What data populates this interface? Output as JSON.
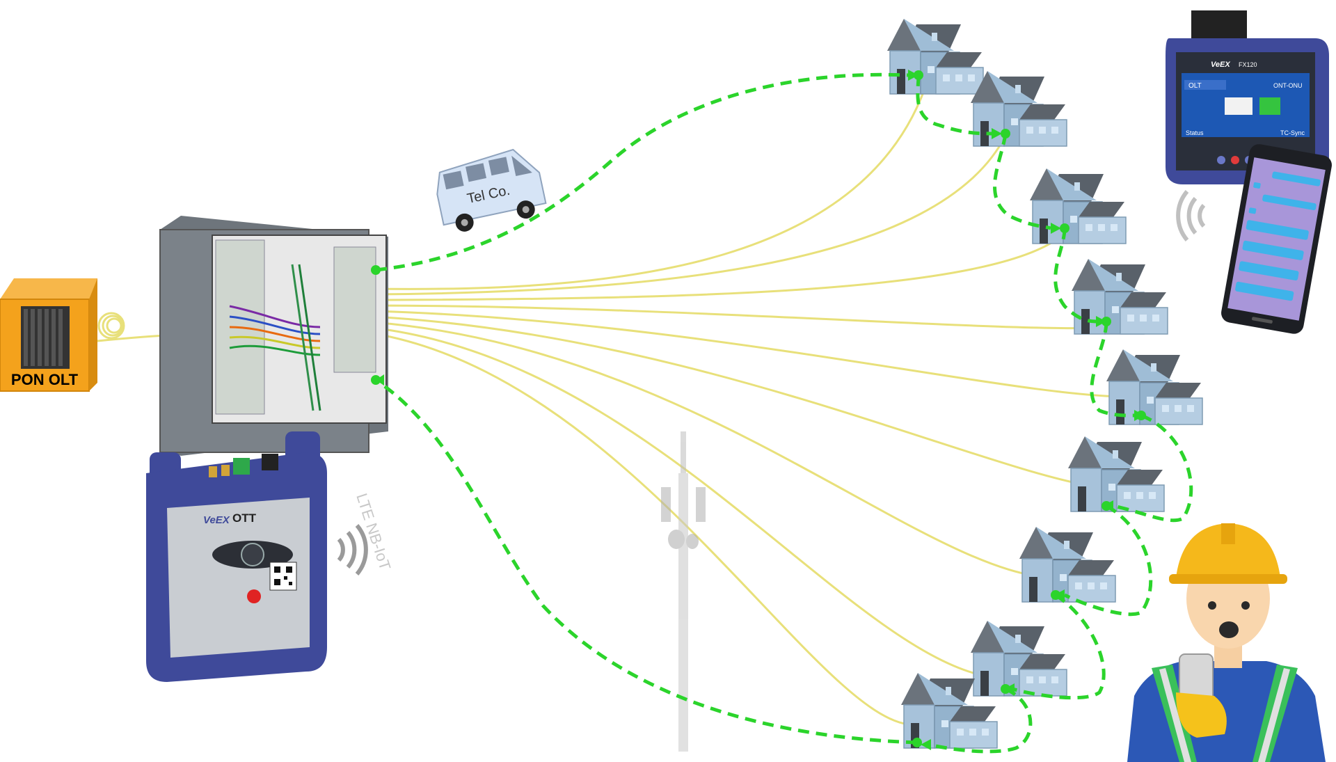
{
  "olt": {
    "label": "PON OLT"
  },
  "van": {
    "label": "Tel Co."
  },
  "ott_device": {
    "brand": "VeEX",
    "model": "OTT",
    "signal_label": "LTE NB-IoT"
  },
  "fx_device": {
    "brand": "VeEX",
    "model": "FX120",
    "screen_left": "OLT",
    "screen_right": "ONT-ONU",
    "status_left": "Status",
    "status_right": "TC-Sync"
  },
  "colors": {
    "fiber": "#e8e07a",
    "path": "#2bd42b",
    "house_wall": "#9fbdd6",
    "house_roof": "#5c636b",
    "olt_orange": "#f4a21c",
    "ott_blue": "#3f4a9a",
    "helmet": "#f5b81b"
  },
  "icons": [
    "pon-olt-icon",
    "cabinet-icon",
    "van-icon",
    "ott-tester-icon",
    "cell-tower-icon",
    "house-icon",
    "fx120-tester-icon",
    "smartphone-icon",
    "technician-icon",
    "wireless-signal-icon"
  ]
}
